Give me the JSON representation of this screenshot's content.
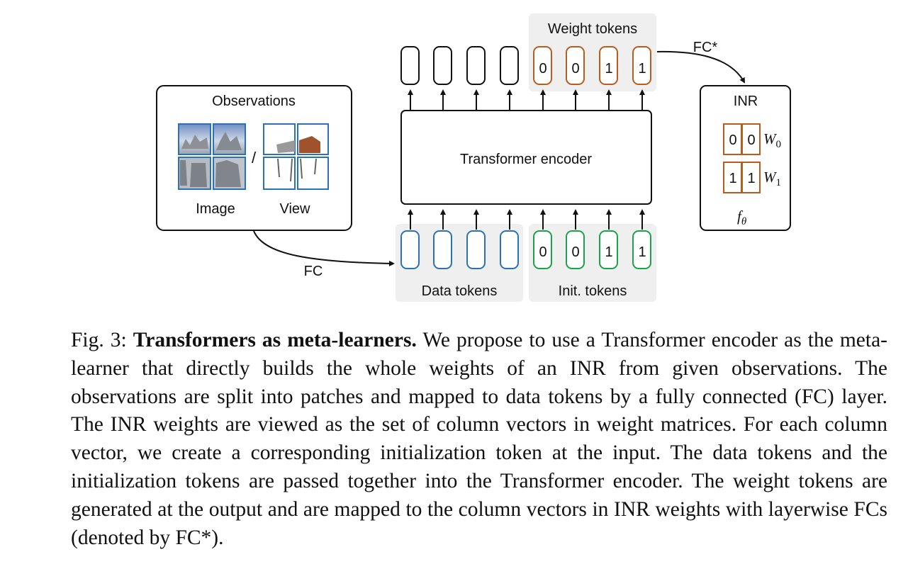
{
  "figure": {
    "observations": {
      "title": "Observations",
      "image_label": "Image",
      "view_label": "View",
      "separator": "/"
    },
    "encoder_label": "Transformer encoder",
    "weight_tokens": {
      "label": "Weight tokens",
      "values": [
        "0",
        "0",
        "1",
        "1"
      ]
    },
    "data_tokens": {
      "label": "Data tokens",
      "count": 4
    },
    "init_tokens": {
      "label": "Init. tokens",
      "values": [
        "0",
        "0",
        "1",
        "1"
      ]
    },
    "fc_label": "FC",
    "fc_star_label": "FC*",
    "inr": {
      "title": "INR",
      "w0_values": [
        "0",
        "0"
      ],
      "w0_label_main": "W",
      "w0_label_sub": "0",
      "w1_values": [
        "1",
        "1"
      ],
      "w1_label_main": "W",
      "w1_label_sub": "1",
      "f_label_main": "f",
      "f_label_sub": "θ"
    },
    "colors": {
      "data_token": "#2a72b5",
      "init_token": "#1aa34a",
      "weight_token": "#b85c1f",
      "token_bg": "#efefef"
    }
  },
  "caption": {
    "label": "Fig. 3:",
    "title": "Transformers as meta-learners.",
    "text": "We propose to use a Transformer encoder as the meta-learner that directly builds the whole weights of an INR from given observations. The observations are split into patches and mapped to data tokens by a fully connected (FC) layer. The INR weights are viewed as the set of column vectors in weight matrices. For each column vector, we create a corresponding initialization token at the input. The data tokens and the initialization tokens are passed together into the Transformer encoder. The weight tokens are generated at the output and are mapped to the column vectors in INR weights with layerwise FCs (denoted by FC*)."
  }
}
